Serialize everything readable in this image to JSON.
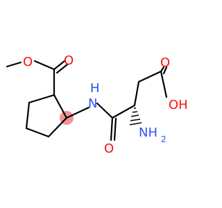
{
  "molecule": {
    "atoms": {
      "methoxy_o": "O",
      "carbonyl_o_ester": "O",
      "amide_nh": "H",
      "amide_nh_n": "N",
      "acid_carbonyl_o": "O",
      "acid_oh": "OH",
      "amide_o": "O",
      "amine_n": "NH",
      "amine_sub": "2"
    },
    "colors": {
      "oxygen": "#ff0d0d",
      "nitrogen": "#3050f8",
      "bond": "#000000",
      "stereo_highlight": "#f08080"
    }
  }
}
